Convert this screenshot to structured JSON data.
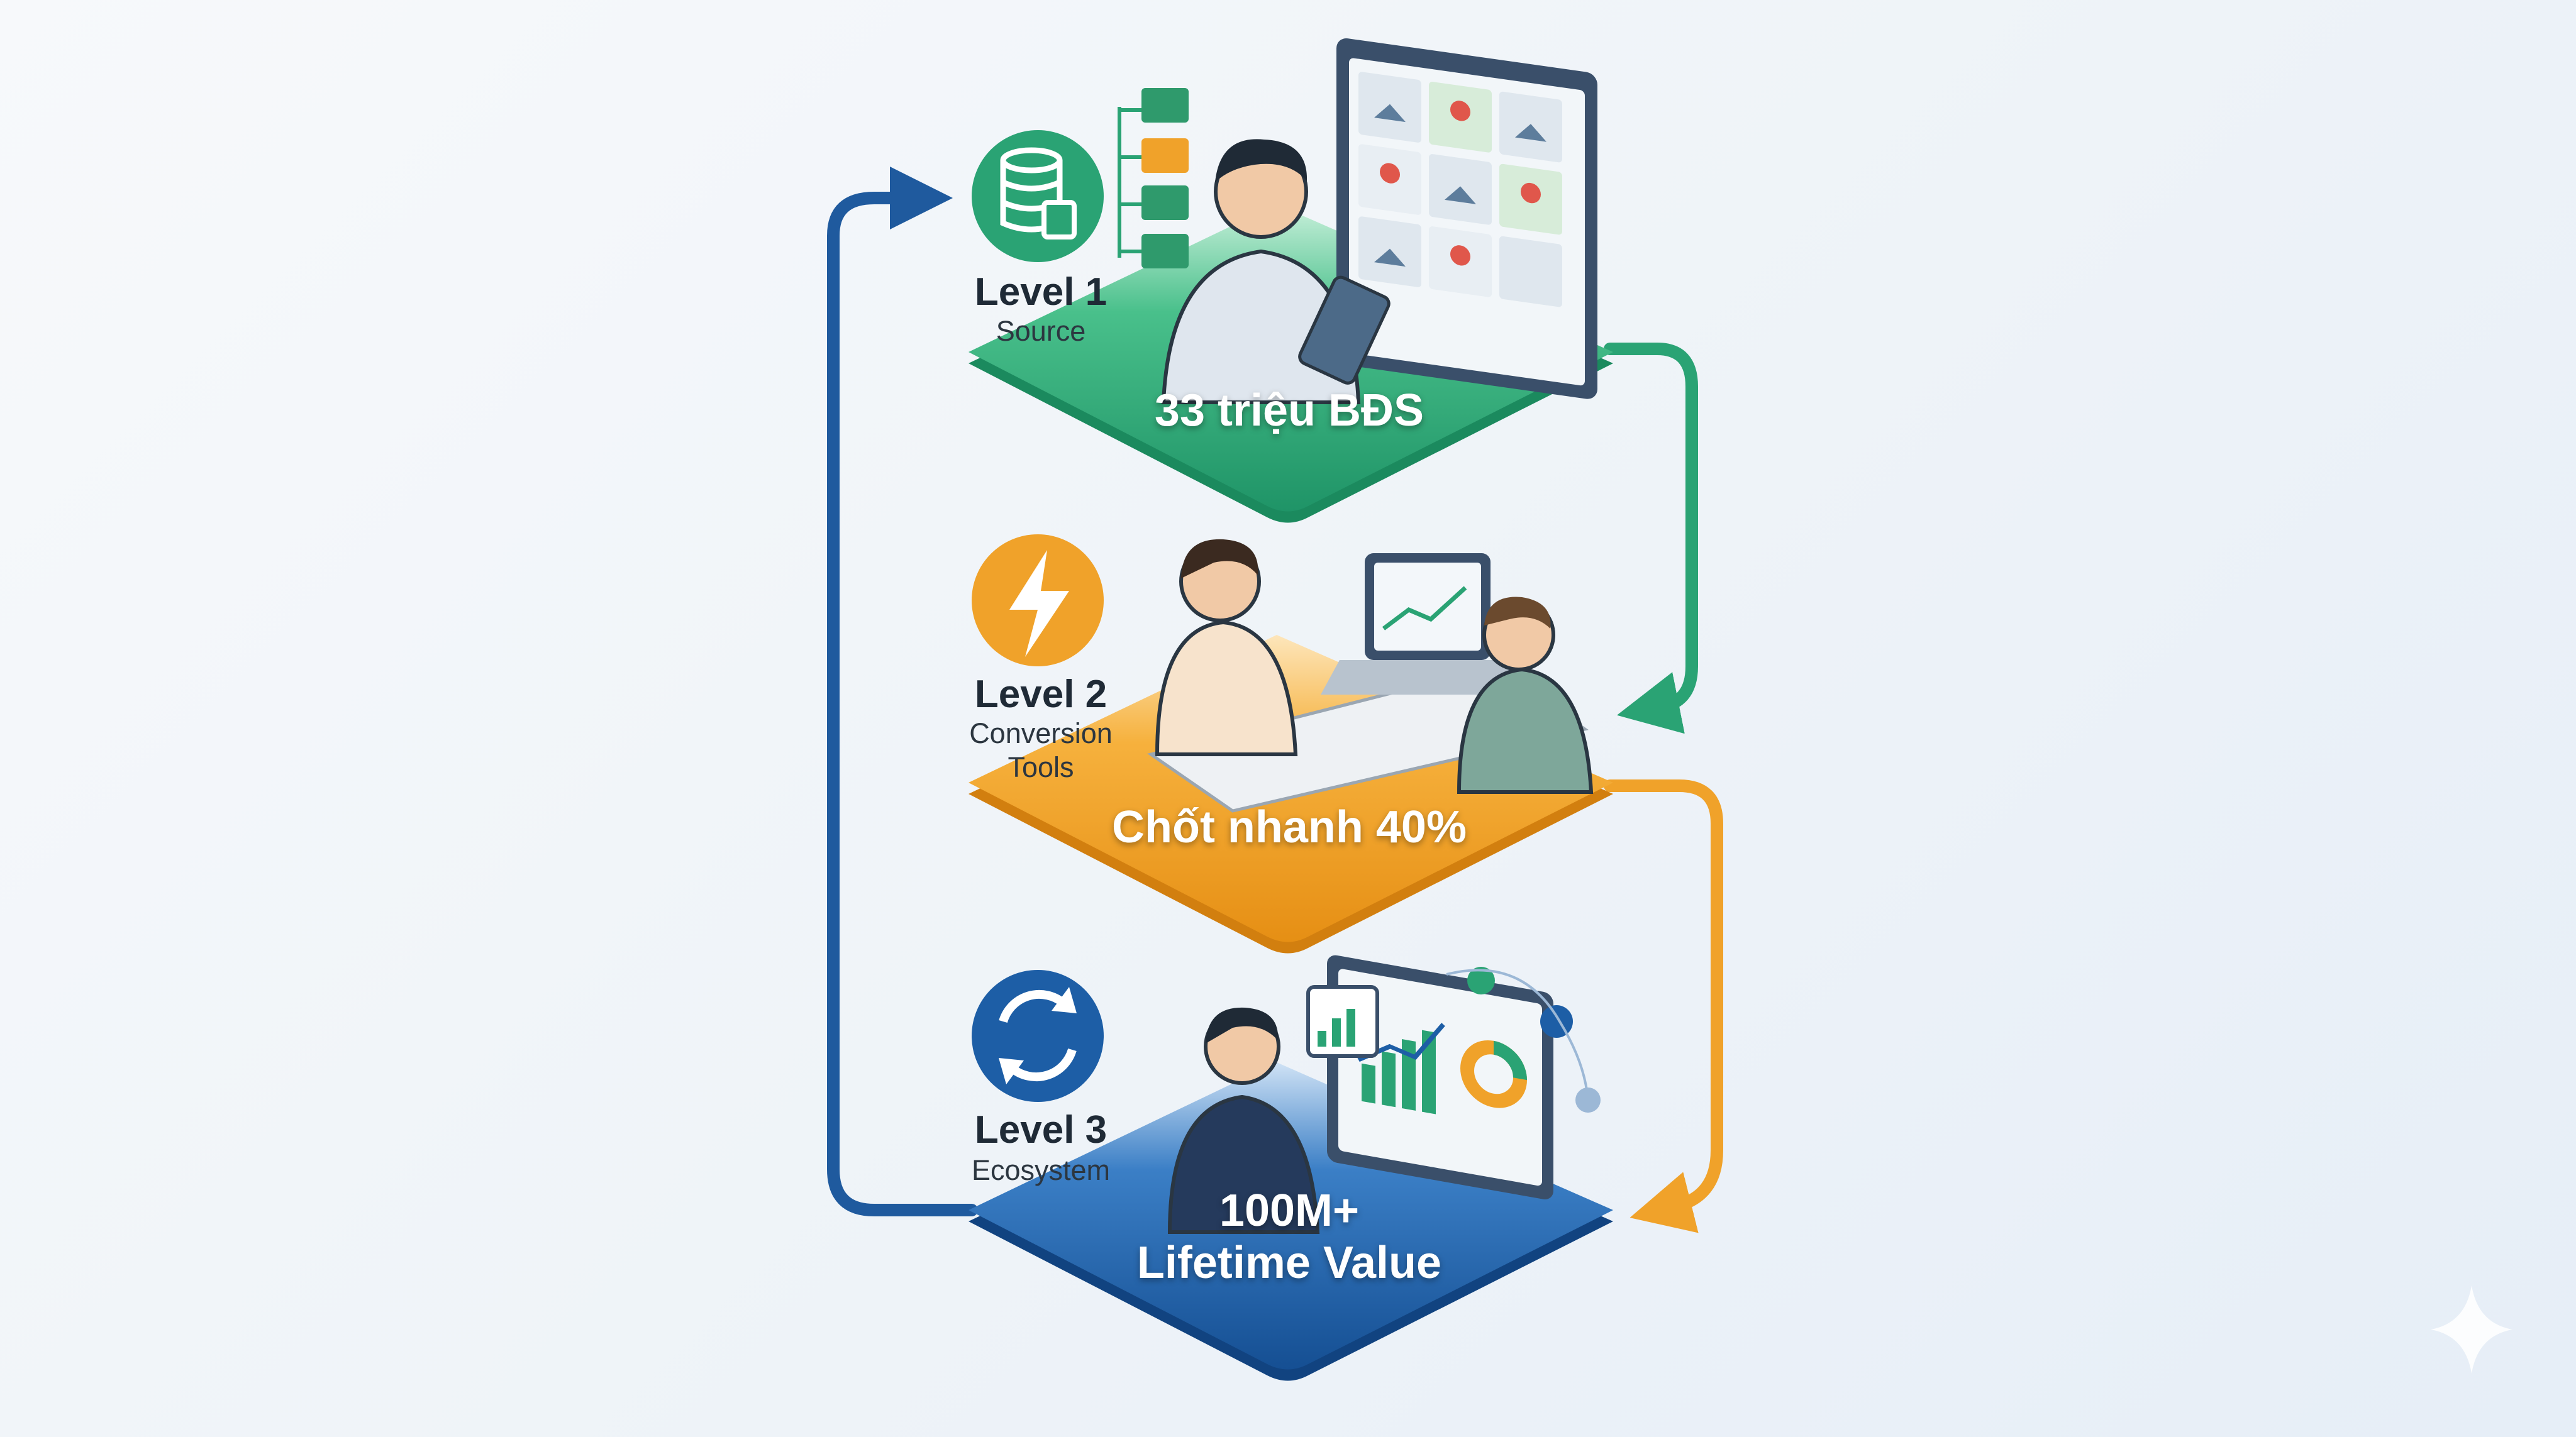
{
  "levels": [
    {
      "title": "Level 1",
      "subtitle": "Source",
      "value": "33 triệu BĐS",
      "icon": "database-icon",
      "color": "#2aa374"
    },
    {
      "title": "Level 2",
      "subtitle": "Conversion Tools",
      "value": "Chốt nhanh 40%",
      "icon": "lightning-icon",
      "color": "#f0a22a"
    },
    {
      "title": "Level 3",
      "subtitle": "Ecosystem",
      "value_line1": "100M+",
      "value_line2": "Lifetime Value",
      "icon": "cycle-arrows-icon",
      "color": "#1d5ea6"
    }
  ],
  "colors": {
    "green": "#2aa374",
    "orange": "#f0a22a",
    "blue": "#1d5ea6",
    "loop": "#1f5a9e"
  }
}
